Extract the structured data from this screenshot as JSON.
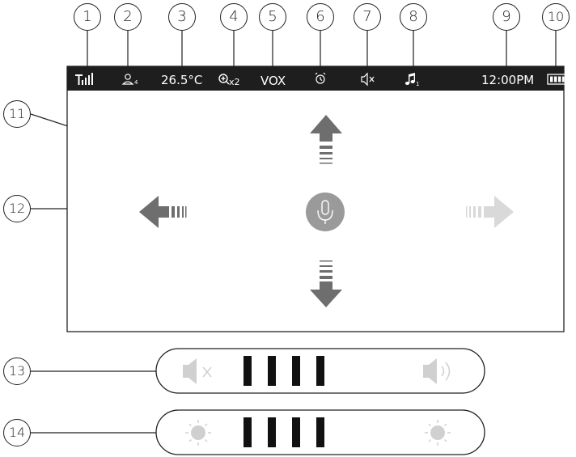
{
  "callouts": {
    "c1": "1",
    "c2": "2",
    "c3": "3",
    "c4": "4",
    "c5": "5",
    "c6": "6",
    "c7": "7",
    "c8": "8",
    "c9": "9",
    "c10": "10",
    "c11": "11",
    "c12": "12",
    "c13": "13",
    "c14": "14"
  },
  "status_bar": {
    "temperature": "26.5°C",
    "zoom_suffix": "x2",
    "vox": "VOX",
    "time": "12:00PM",
    "camera_sub": "4",
    "music_sub": "1"
  },
  "volume_bar": {
    "level_bars": 4
  },
  "brightness_bar": {
    "level_bars": 4
  },
  "colors": {
    "status_bar_bg": "#1e1e1e",
    "arrow_active": "#6e6e6e",
    "arrow_inactive": "#d9d9d9",
    "mic_button": "#9a9a9a",
    "level_bar": "#111111",
    "icon_light": "#d0d0d0"
  },
  "icons": [
    "signal-icon",
    "camera-icon",
    "zoom-icon",
    "alarm-icon",
    "mute-icon",
    "music-icon",
    "battery-icon",
    "microphone-icon",
    "speaker-mute-icon",
    "speaker-loud-icon",
    "sun-icon"
  ]
}
